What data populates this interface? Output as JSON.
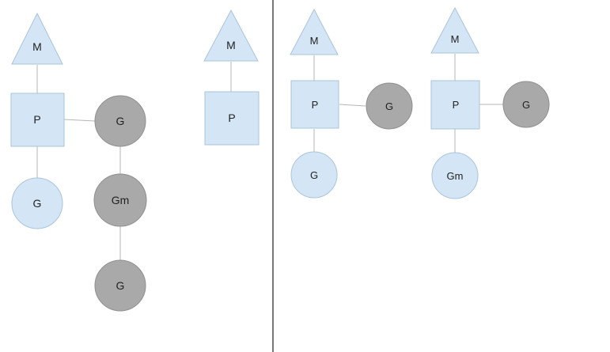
{
  "colors": {
    "light_fill": "#d4e6f5",
    "light_stroke": "#a9c4db",
    "dark_fill": "#a9a9a9",
    "dark_stroke": "#8f8f8f",
    "edge": "#b5b5b5",
    "divider": "#4a4a4a"
  },
  "left_panel": {
    "group_a": {
      "m": "M",
      "p": "P",
      "g_local": "G",
      "g_running": "G",
      "gm": "Gm",
      "g_queued": "G"
    },
    "group_b": {
      "m": "M",
      "p": "P"
    }
  },
  "right_panel": {
    "group_a": {
      "m": "M",
      "p": "P",
      "g_running": "G",
      "g_local": "G"
    },
    "group_b": {
      "m": "M",
      "p": "P",
      "g_running": "G",
      "gm": "Gm"
    }
  }
}
